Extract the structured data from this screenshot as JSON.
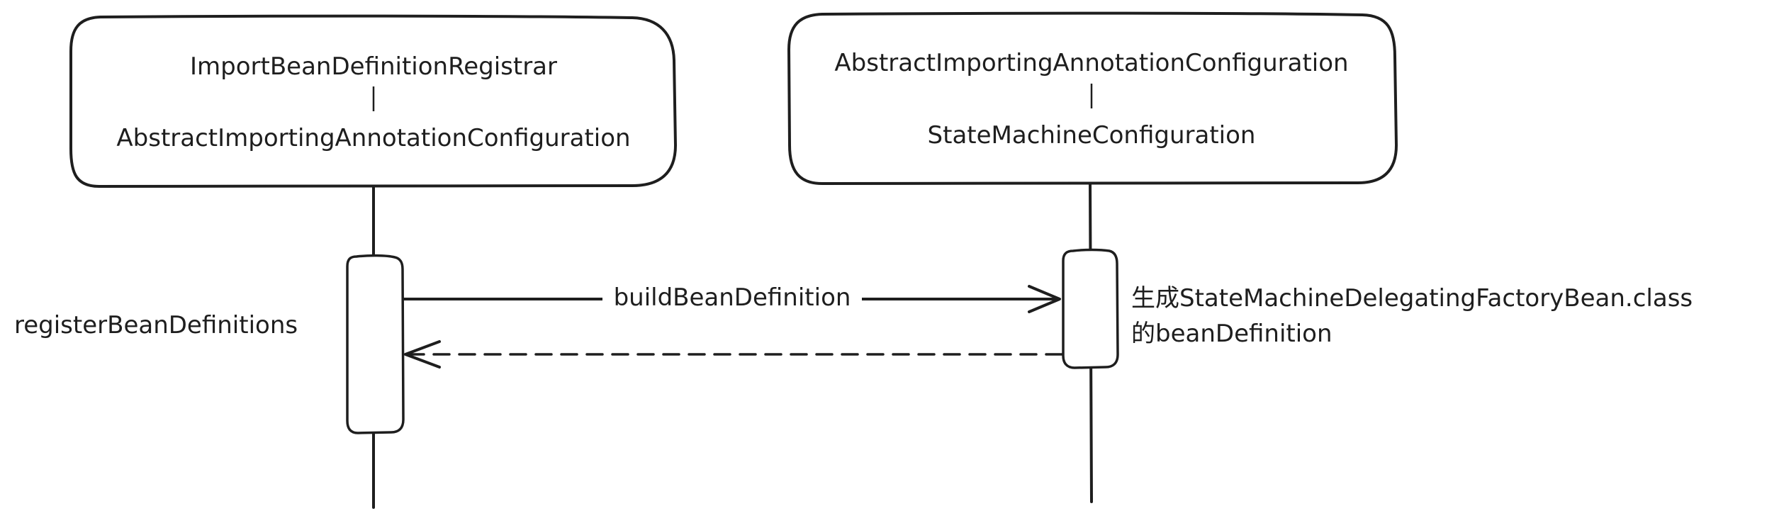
{
  "participants": [
    {
      "line1": "ImportBeanDefinitionRegistrar",
      "line2": "AbstractImportingAnnotationConfiguration"
    },
    {
      "line1": "AbstractImportingAnnotationConfiguration",
      "line2": "StateMachineConfiguration"
    }
  ],
  "messages": {
    "call_label": "buildBeanDefinition"
  },
  "notes": {
    "left": "registerBeanDefinitions",
    "right_line1": "生成StateMachineDelegatingFactoryBean.class",
    "right_line2": "的beanDefinition"
  },
  "colors": {
    "stroke": "#1e1e1e",
    "background": "#ffffff"
  }
}
